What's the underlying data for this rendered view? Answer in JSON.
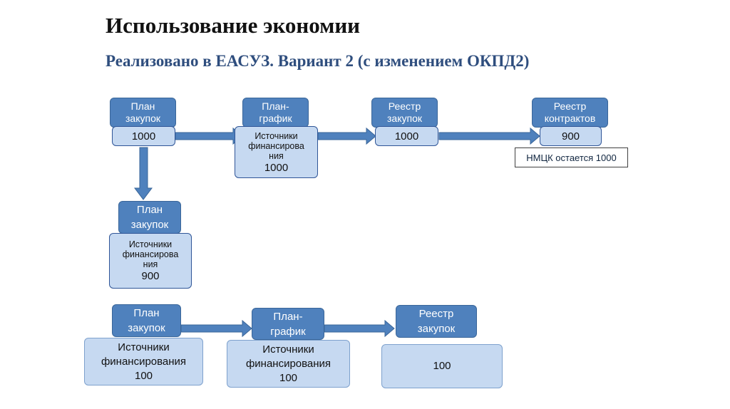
{
  "title": "Использование экономии",
  "subtitle": "Реализовано в ЕАСУЗ. Вариант 2 (с изменением ОКПД2)",
  "colors": {
    "dark_box": "#4f81bd",
    "light_box": "#c6d9f1",
    "arrow": "#4f81bd",
    "subtitle": "#2f4e7e"
  },
  "row1": {
    "plan": {
      "label": "План\nзакупок",
      "value": "1000"
    },
    "schedule": {
      "label": "План-\nграфик",
      "sources": "Источники\nфинансирова\nния",
      "value": "1000"
    },
    "registry": {
      "label": "Реестр\nзакупок",
      "value": "1000"
    },
    "contracts": {
      "label": "Реестр\nконтрактов",
      "value": "900"
    },
    "note": "НМЦК остается 1000"
  },
  "row2": {
    "plan": {
      "label": "План\nзакупок",
      "sources": "Источники\nфинансирова\nния",
      "value": "900"
    }
  },
  "row3": {
    "plan": {
      "label": "План\nзакупок",
      "sources": "Источники\nфинансирования",
      "value": "100"
    },
    "schedule": {
      "label": "План-\nграфик",
      "sources": "Источники\nфинансирования",
      "value": "100"
    },
    "registry": {
      "label": "Реестр\nзакупок",
      "value": "100"
    }
  }
}
